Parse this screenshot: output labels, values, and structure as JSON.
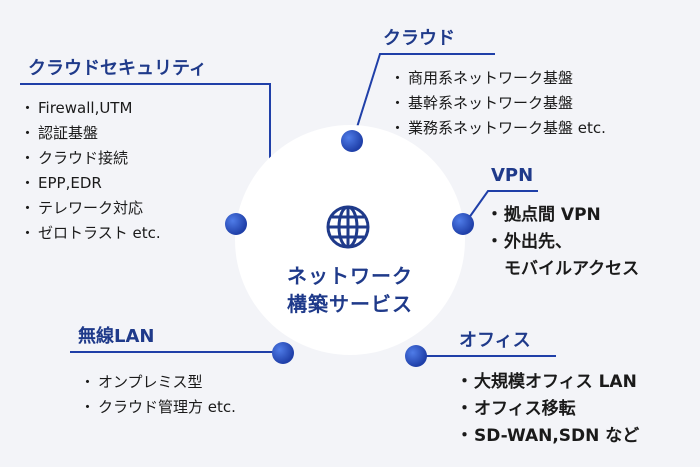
{
  "center": {
    "title_line1": "ネットワーク",
    "title_line2": "構築サービス",
    "icon": "globe-icon"
  },
  "sections": {
    "cloud_security": {
      "title": "クラウドセキュリティ",
      "items": [
        "Firewall,UTM",
        "認証基盤",
        "クラウド接続",
        "EPP,EDR",
        "テレワーク対応",
        "ゼロトラスト etc."
      ]
    },
    "cloud": {
      "title": "クラウド",
      "items": [
        "商用系ネットワーク基盤",
        "基幹系ネットワーク基盤",
        "業務系ネットワーク基盤 etc."
      ]
    },
    "vpn": {
      "title": "VPN",
      "items": [
        "拠点間 VPN",
        "外出先、",
        "モバイルアクセス"
      ]
    },
    "wireless_lan": {
      "title": "無線LAN",
      "items": [
        "オンプレミス型",
        "クラウド管理方 etc."
      ]
    },
    "office": {
      "title": "オフィス",
      "items": [
        "大規模オフィス LAN",
        "オフィス移転",
        "SD-WAN,SDN など"
      ]
    }
  },
  "colors": {
    "accent": "#1f3a8a",
    "line": "#1f3fa8",
    "background": "#f3f4f8",
    "center_fill": "#ffffff"
  }
}
